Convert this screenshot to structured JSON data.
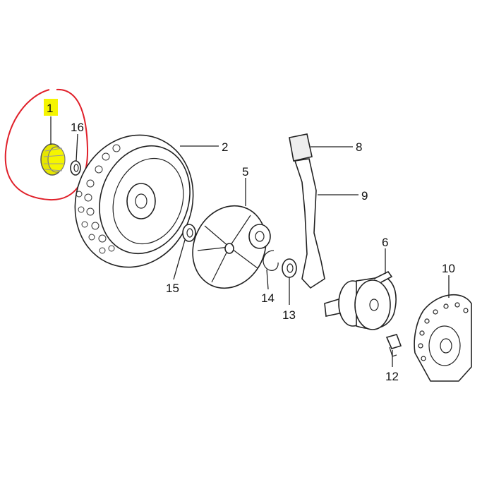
{
  "diagram": {
    "highlight_color": "#f5f500",
    "circle_color": "#e0202a",
    "callouts": [
      {
        "id": "1",
        "label": "1",
        "highlighted": true
      },
      {
        "id": "16",
        "label": "16"
      },
      {
        "id": "2",
        "label": "2"
      },
      {
        "id": "8",
        "label": "8"
      },
      {
        "id": "5",
        "label": "5"
      },
      {
        "id": "9",
        "label": "9"
      },
      {
        "id": "6",
        "label": "6"
      },
      {
        "id": "10",
        "label": "10"
      },
      {
        "id": "15",
        "label": "15"
      },
      {
        "id": "14",
        "label": "14"
      },
      {
        "id": "13",
        "label": "13"
      },
      {
        "id": "12",
        "label": "12"
      }
    ]
  }
}
